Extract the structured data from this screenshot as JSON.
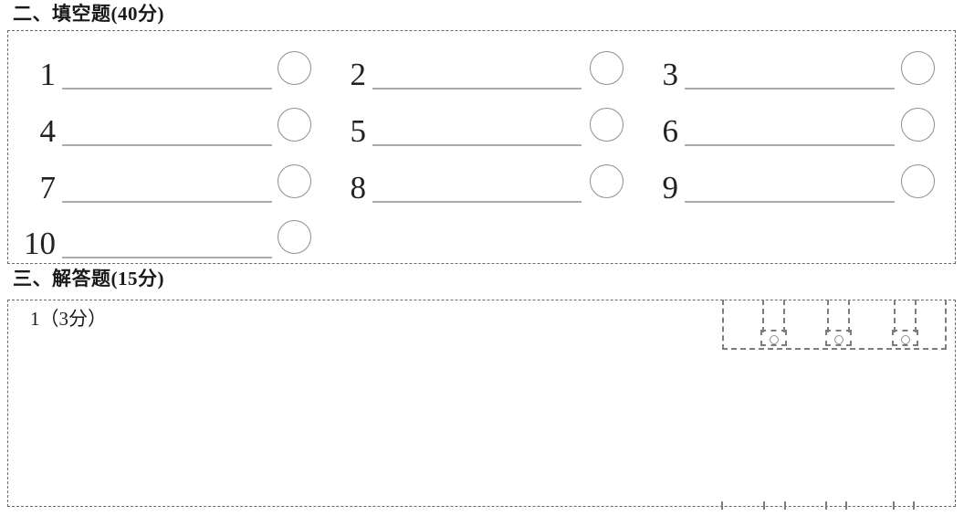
{
  "sections": {
    "fill_in": {
      "title": "二、填空题(40分)",
      "item_numbers": [
        "1",
        "2",
        "3",
        "4",
        "5",
        "6",
        "7",
        "8",
        "9",
        "10"
      ]
    },
    "answer": {
      "title": "三、解答题(15分)",
      "question_label": "1（3分）",
      "score_box_units": 3
    }
  },
  "colors": {
    "background": "#ffffff",
    "text": "#1a1a1a",
    "box_border": "#6a6a6a",
    "blank_line": "#ababab",
    "circle_stroke": "#8f8f8f",
    "score_border": "#7d7d7d"
  }
}
